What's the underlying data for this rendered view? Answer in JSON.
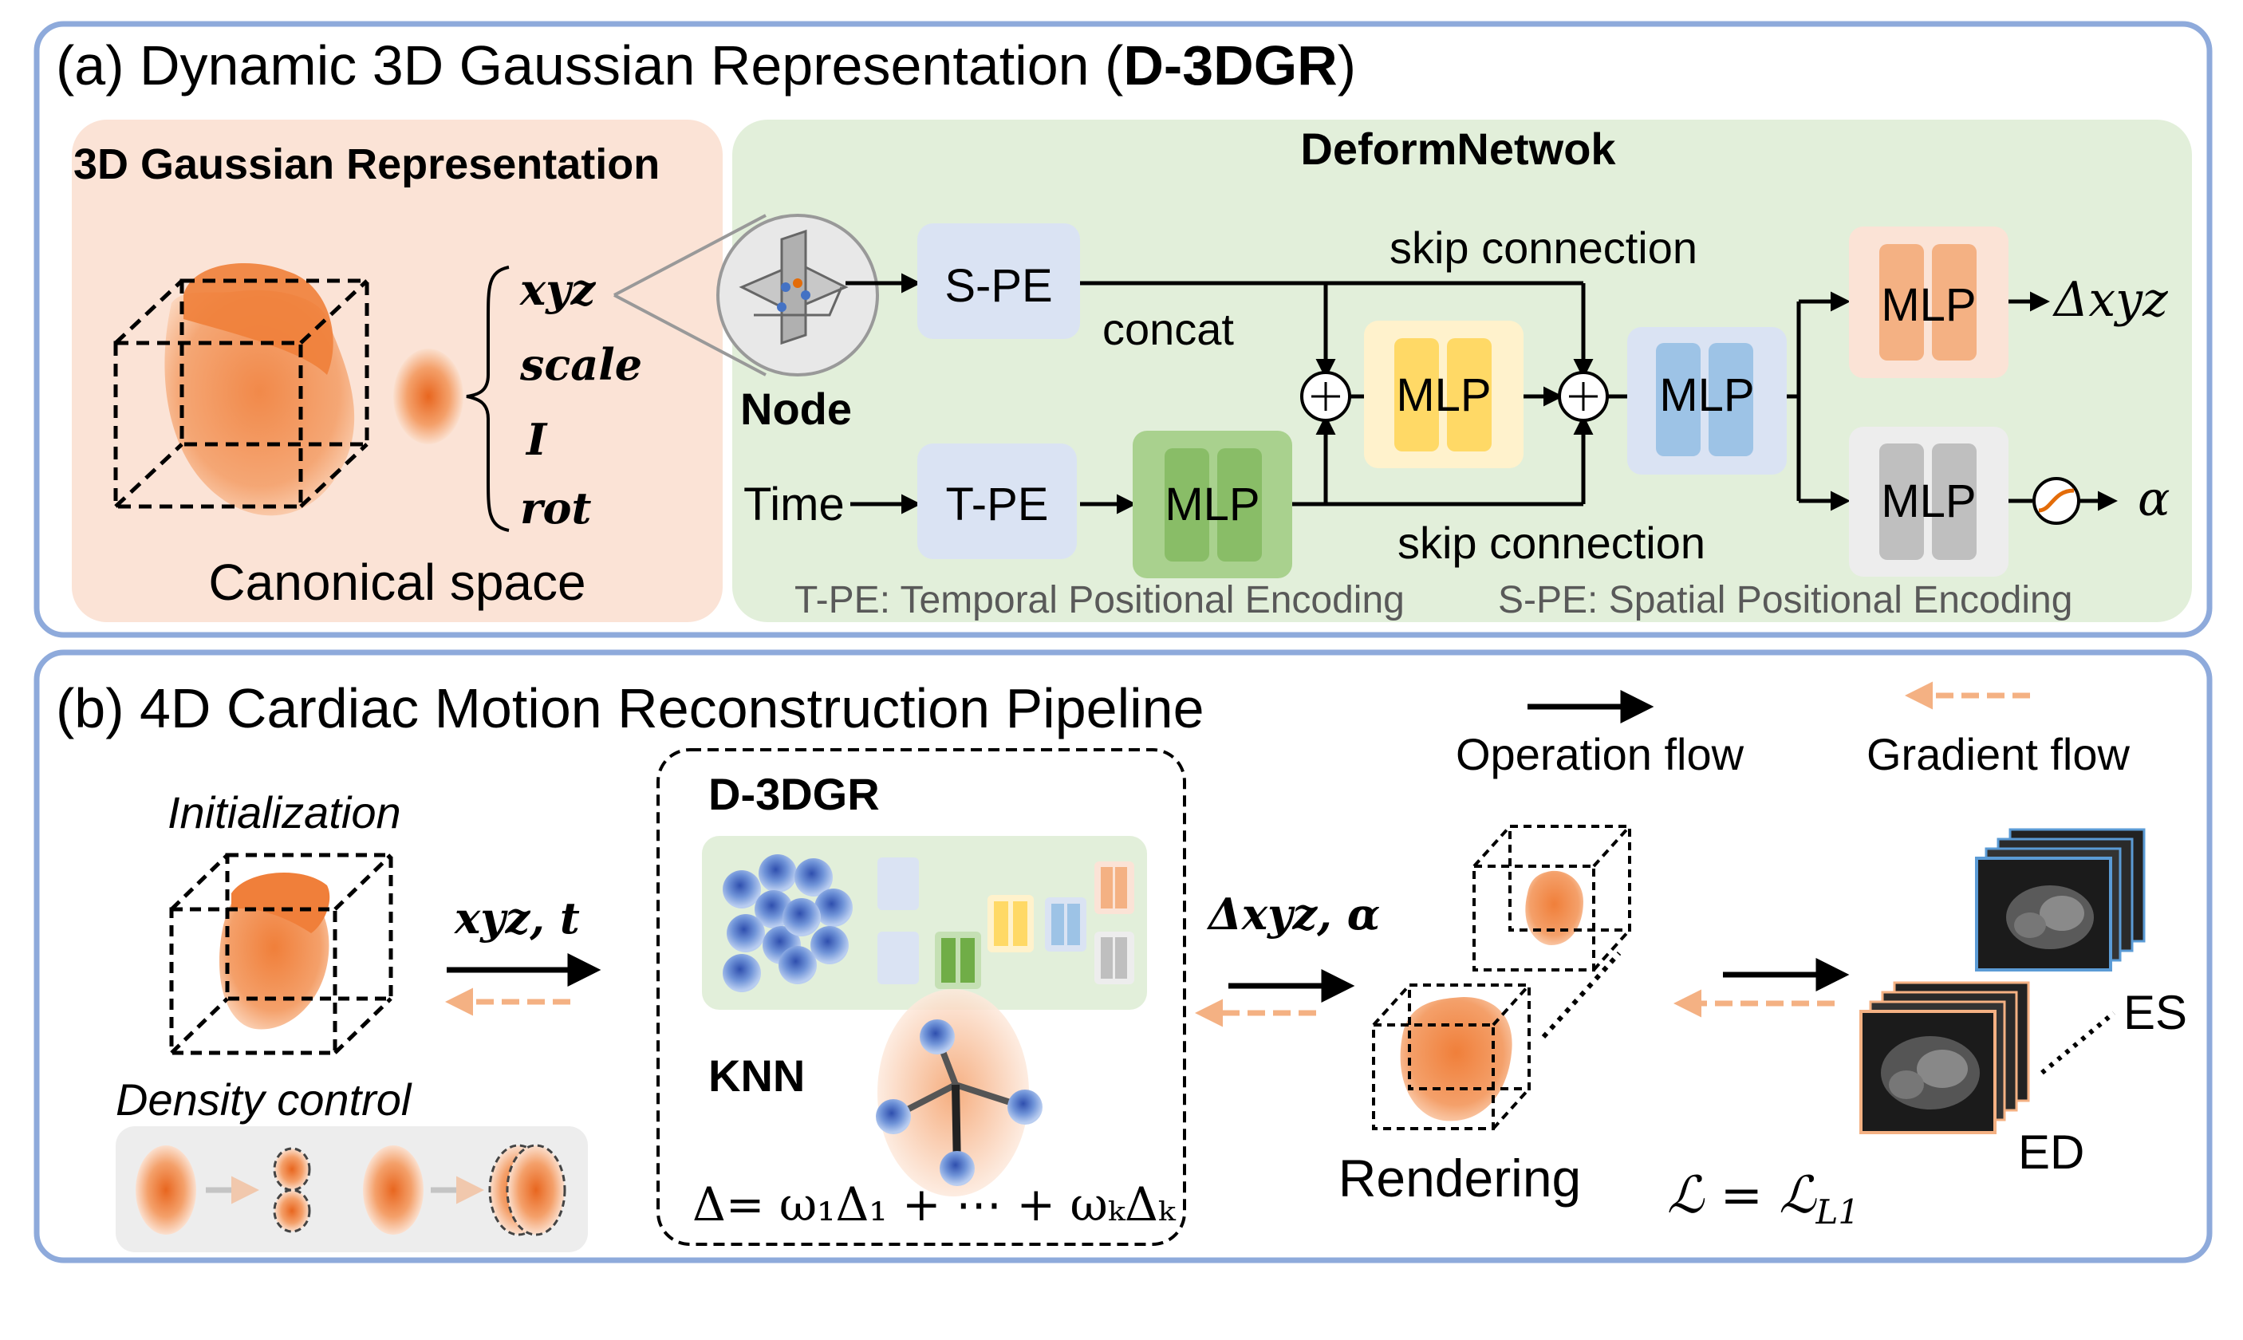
{
  "panel_a": {
    "title_prefix": "(a) Dynamic 3D Gaussian Representation (",
    "title_bold": "D-3DGR",
    "title_suffix": ")",
    "left_box": {
      "heading": "3D Gaussian Representation",
      "attributes": [
        "xyz",
        "scale",
        "I",
        "rot"
      ],
      "caption": "Canonical space"
    },
    "network": {
      "heading": "DeformNetwok",
      "node_label": "Node",
      "spe_label": "S-PE",
      "tpe_label": "T-PE",
      "time_label": "Time",
      "concat_label": "concat",
      "skip_top_label": "skip connection",
      "skip_bottom_label": "skip connection",
      "mlp_label": "MLP",
      "output_xyz": "Δxyz",
      "output_alpha": "α",
      "legend_tpe": "T-PE: Temporal Positional Encoding",
      "legend_spe": "S-PE: Spatial Positional Encoding"
    }
  },
  "panel_b": {
    "title": "(b) 4D Cardiac Motion Reconstruction Pipeline",
    "legend": {
      "operation": "Operation flow",
      "gradient": "Gradient flow"
    },
    "initialization_label": "Initialization",
    "density_control_label": "Density control",
    "input_label": "xyz, t",
    "d3dgr_label": "D-3DGR",
    "knn_label": "KNN",
    "knn_formula": "Δ= ω₁Δ₁ + ⋯ + ωₖΔₖ",
    "delta_label": "Δxyz, α",
    "rendering_label": "Rendering",
    "loss_label": "ℒ = ℒ",
    "loss_sub": "L1",
    "es_label": "ES",
    "ed_label": "ED"
  },
  "colors": {
    "panel_border": "#8eaadb",
    "canonical_bg": "#fbe3d6",
    "network_bg": "#e2efda",
    "pe_box": "#dae3f3",
    "mlp_green": "#a9d18e",
    "mlp_yellow": "#ffd966",
    "mlp_blue": "#9dc3e6",
    "mlp_orange": "#f4b183",
    "mlp_gray": "#bfbfbf",
    "heart": "#f08c4b",
    "gradient_arrow": "#f4b183",
    "gaussian_blue": "#4472c4"
  }
}
